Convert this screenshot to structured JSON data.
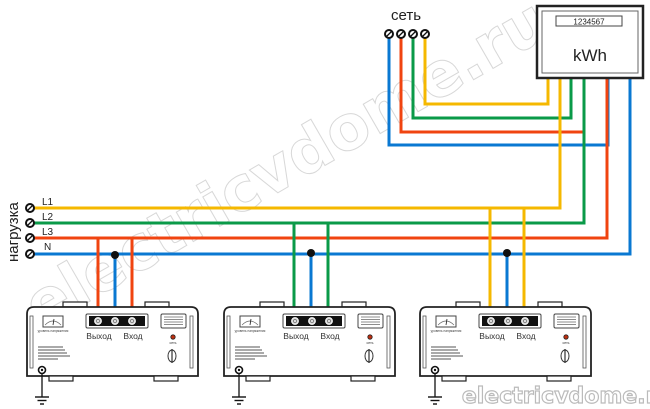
{
  "network": {
    "label": "сеть",
    "terminal_count": 4
  },
  "meter": {
    "display_value": "1234567",
    "unit_label": "kWh"
  },
  "load": {
    "label": "нагрузка",
    "lines": [
      {
        "label": "L1",
        "color": "#f5b800"
      },
      {
        "label": "L2",
        "color": "#0a9a48"
      },
      {
        "label": "L3",
        "color": "#f04410"
      },
      {
        "label": "N",
        "color": "#0a78d2"
      }
    ]
  },
  "stabilizers": [
    {
      "output_label": "Выход",
      "input_label": "Вход",
      "meter_caption": "уровень напряжения",
      "power_label": "сеть",
      "phase_color": "#f04410"
    },
    {
      "output_label": "Выход",
      "input_label": "Вход",
      "meter_caption": "уровень напряжения",
      "power_label": "сеть",
      "phase_color": "#0a9a48"
    },
    {
      "output_label": "Выход",
      "input_label": "Вход",
      "meter_caption": "уровень напряжения",
      "power_label": "сеть",
      "phase_color": "#f5b800"
    }
  ],
  "watermark": "electricvdome.ru",
  "footer_watermark": "electricvdome.ru",
  "colors": {
    "yellow": "#f5b800",
    "green": "#0a9a48",
    "red": "#f04410",
    "blue": "#0a78d2",
    "outline": "#222222"
  }
}
